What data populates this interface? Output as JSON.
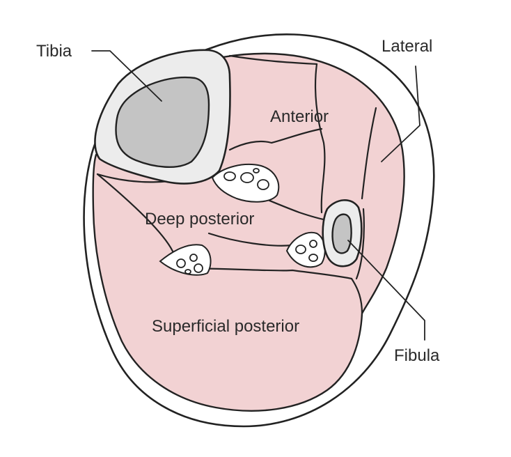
{
  "labels": {
    "tibia": "Tibia",
    "lateral": "Lateral",
    "anterior": "Anterior",
    "deep_posterior": "Deep posterior",
    "superficial_posterior": "Superficial posterior",
    "fibula": "Fibula"
  },
  "colors": {
    "muscle": "#f2d2d3",
    "bone_cortex": "#ececec",
    "bone_marrow": "#c4c4c4",
    "line": "#222222",
    "text": "#2a2a2a"
  }
}
